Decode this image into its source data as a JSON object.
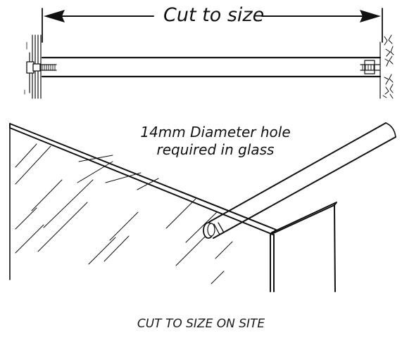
{
  "labels": {
    "dimension": "Cut to size",
    "hole_note_line1": "14mm Diameter hole",
    "hole_note_line2": "required in glass",
    "caption": "CUT TO SIZE ON SITE"
  },
  "colors": {
    "ink": "#111111",
    "background": "#ffffff"
  }
}
